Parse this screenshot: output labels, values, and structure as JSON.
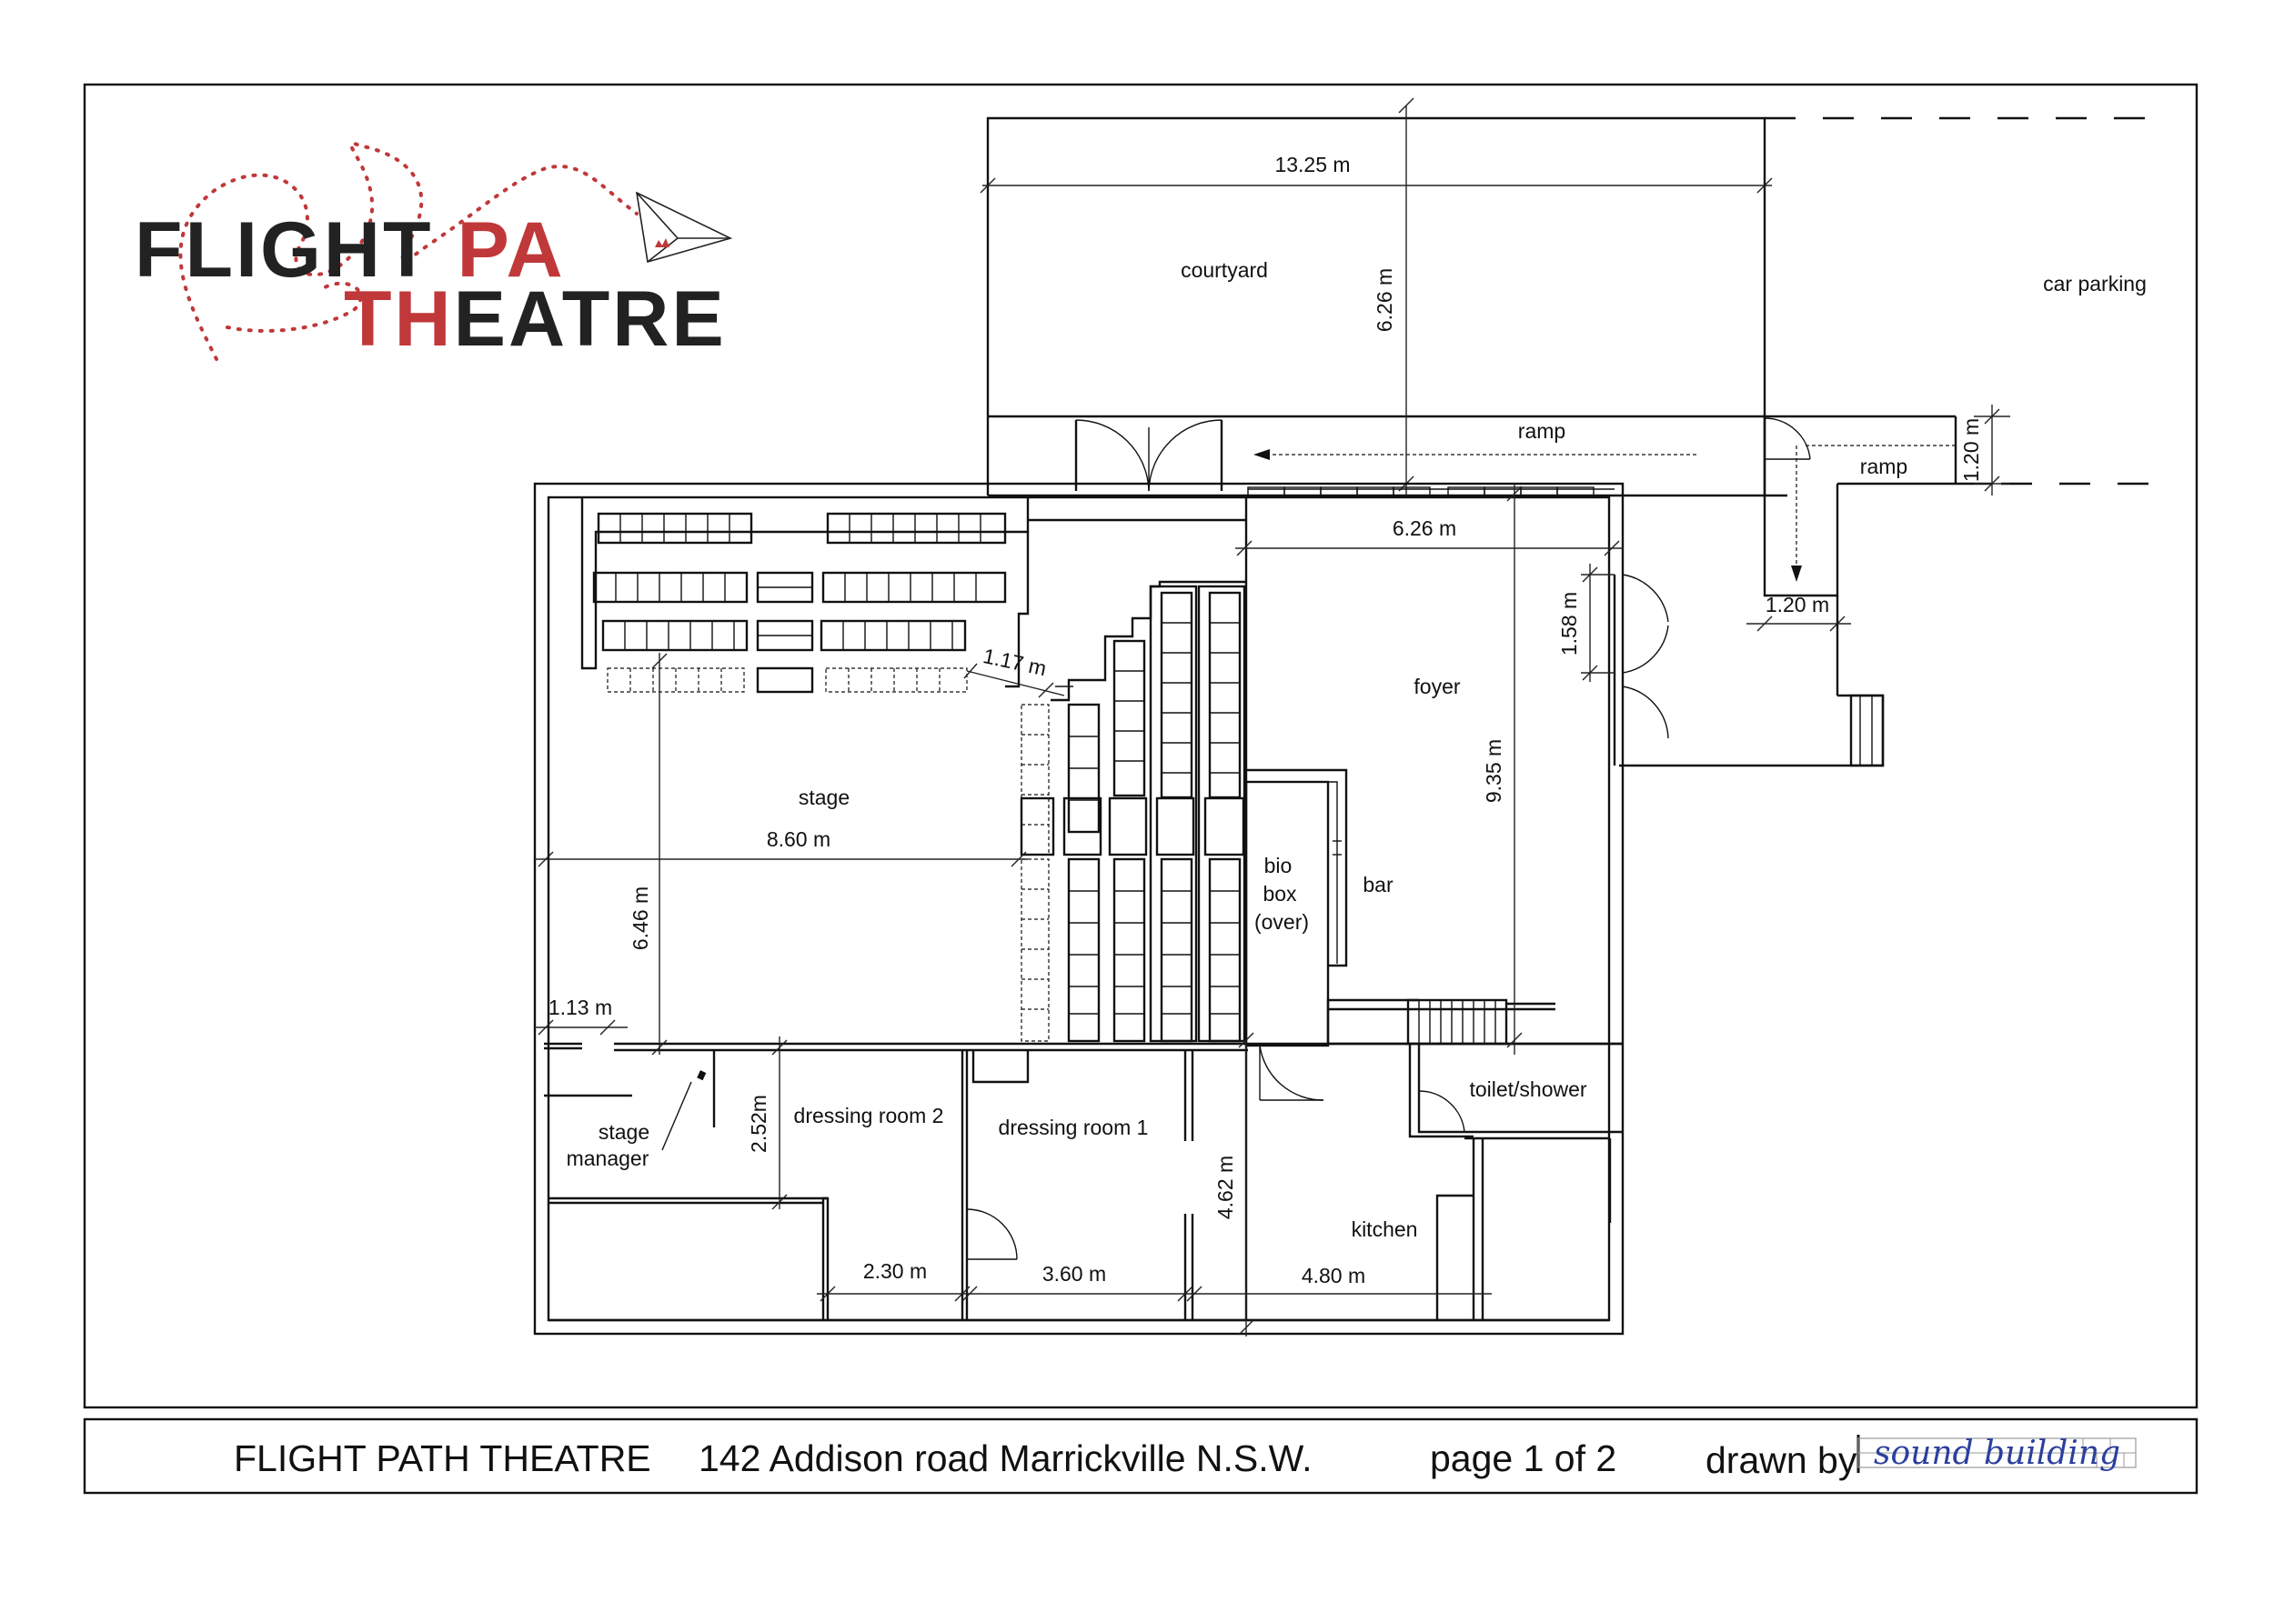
{
  "logo": {
    "line1_dark": "FLIGHT",
    "line1_red": "PA",
    "line2_red": "TH",
    "line2_dark": "EATRE",
    "brand_red": "#c0383a",
    "brand_dark": "#222222"
  },
  "rooms": {
    "courtyard": "courtyard",
    "car_parking": "car parking",
    "ramp_top": "ramp",
    "ramp_side": "ramp",
    "foyer": "foyer",
    "stage": "stage",
    "bio_line1": "bio",
    "bio_line2": "box",
    "bio_line3": "(over)",
    "bar": "bar",
    "toilet": "toilet/shower",
    "dressing2": "dressing room 2",
    "dressing1": "dressing room 1",
    "kitchen": "kitchen",
    "stage_manager_line1": "stage",
    "stage_manager_line2": "manager"
  },
  "dimensions": {
    "courtyard_width": "13.25 m",
    "courtyard_depth": "6.26 m",
    "ramp_width": "1.20 m",
    "ramp_side_width": "1.20 m",
    "foyer_width": "6.26 m",
    "foyer_depth": "9.35 m",
    "door_width": "1.58 m",
    "aisle": "1.17 m",
    "stage_width": "8.60 m",
    "stage_depth": "6.46 m",
    "side_gap": "1.13 m",
    "dressing2_depth": "2.52m",
    "dressing2_width": "2.30 m",
    "dressing1_width": "3.60 m",
    "kitchen_width": "4.80 m",
    "kitchen_depth": "4.62 m"
  },
  "footer": {
    "title": "FLIGHT PATH THEATRE",
    "address": "142 Addison road Marrickville N.S.W.",
    "page": "page 1 of 2",
    "drawn_by": "drawn by",
    "drawn_by_logo": "sound building"
  }
}
